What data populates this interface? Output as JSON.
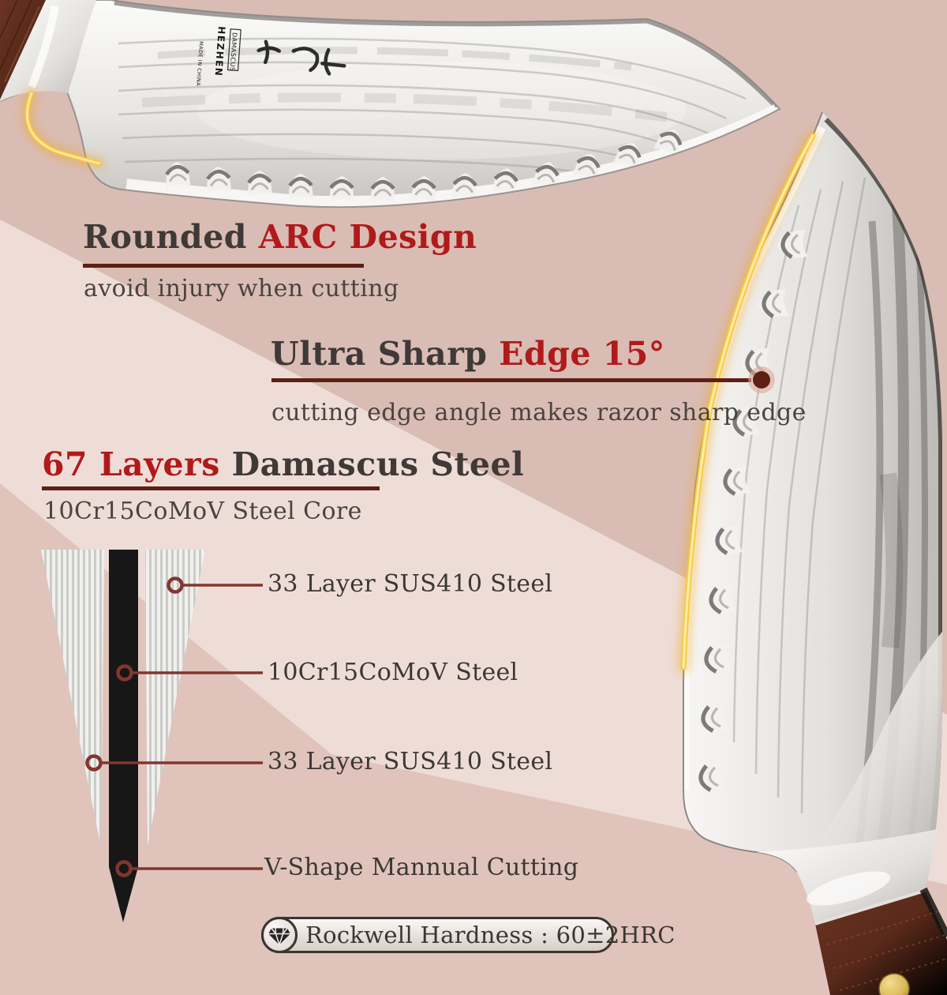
{
  "background": {
    "base": "#e0c4bc",
    "band_dark": "#d9bcb4",
    "band_light": "#eeddd7"
  },
  "accent": {
    "red": "#b11a1a",
    "maroon_rule": "#5c2014",
    "callout_line": "#83362e",
    "heading_text": "#3f3937",
    "body_text": "#4a4340",
    "glow_yellow": "#f8c93e",
    "steel_light": "#f5f4f2",
    "wood_brown": "#5f2f1f"
  },
  "sections": {
    "arc": {
      "title_plain": "Rounded ",
      "title_accent": "ARC Design",
      "subtitle": "avoid injury when cutting"
    },
    "edge": {
      "title_plain": "Ultra Sharp ",
      "title_accent": "Edge 15°",
      "subtitle": "cutting edge angle makes razor sharp edge"
    },
    "layers": {
      "title_accent": "67 Layers",
      "title_plain": " Damascus Steel",
      "subtitle": "10Cr15CoMoV Steel Core"
    }
  },
  "layer_diagram": {
    "labels": [
      "33 Layer SUS410 Steel",
      "10Cr15CoMoV Steel",
      "33 Layer SUS410 Steel",
      "V-Shape Mannual Cutting"
    ]
  },
  "hardness_badge": {
    "icon": "diamond-icon",
    "label": "Rockwell Hardness : 60±2HRC"
  },
  "blade_markings": {
    "brand": "HEZHEN",
    "made_in": "MADE IN CHINA",
    "steel_label": "DAMASCUS"
  }
}
